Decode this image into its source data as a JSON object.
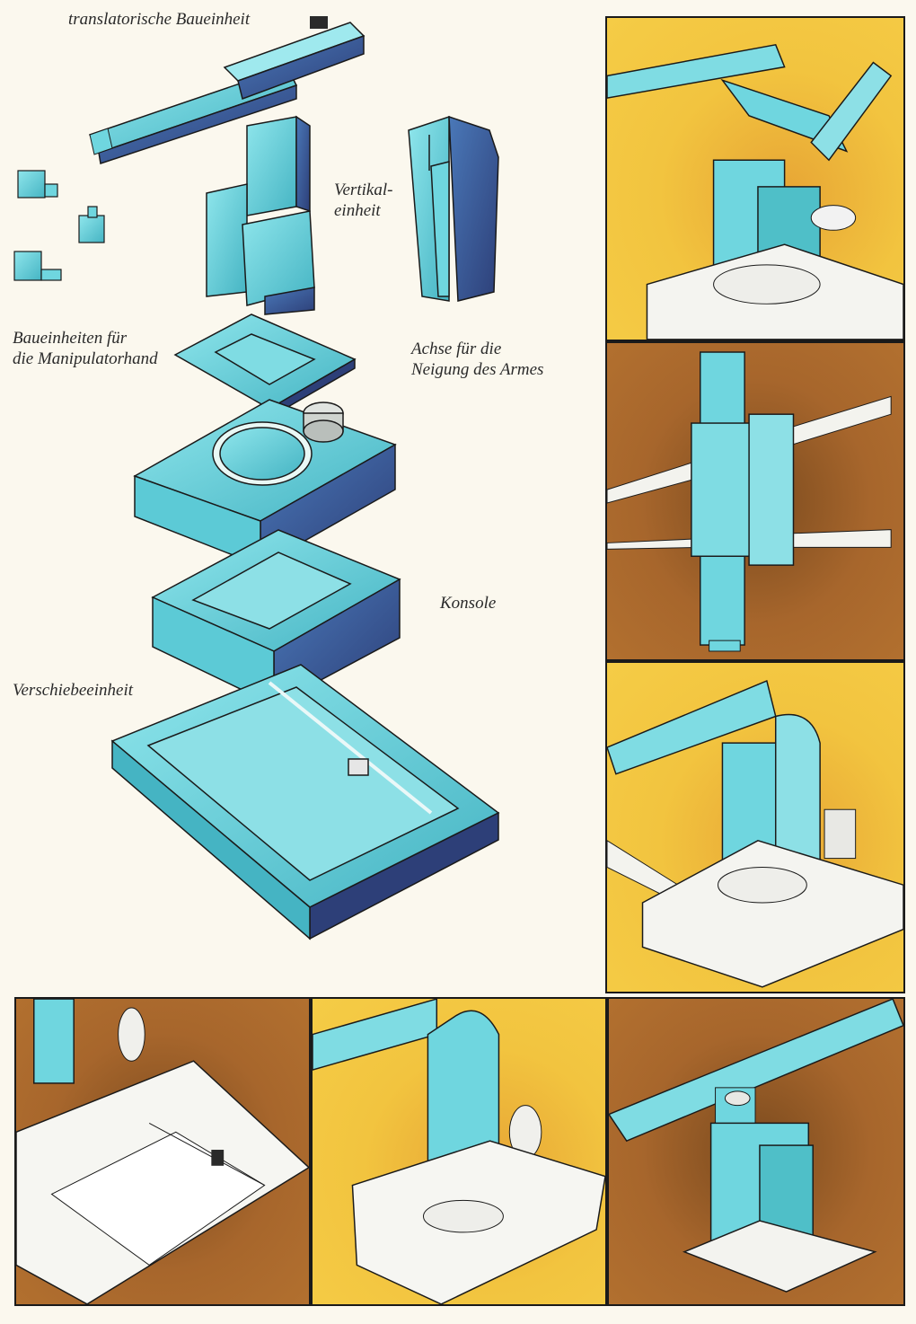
{
  "labels": {
    "translatory_unit": "translatorische Baueinheit",
    "vertical_unit": "Vertikal-\neinheit",
    "hand_units": "Baueinheiten für\ndie Manipulatorhand",
    "tilt_axis": "Achse für die\nNeigung des Armes",
    "console": "Konsole",
    "shift_unit": "Verschiebeeinheit"
  },
  "colors": {
    "cyan": "#6fd6df",
    "cyan_dark": "#3aa7b6",
    "navy_shade": "#3d5a9a",
    "yellow_bg": "#f2c43f",
    "brown_bg": "#a7662c",
    "paper": "#fbf8ee",
    "outline": "#1a1a1a"
  },
  "panels": [
    {
      "id": "arm-two-axes",
      "background": "yellow"
    },
    {
      "id": "vertical-column-rails",
      "background": "brown"
    },
    {
      "id": "arm-on-rails",
      "background": "yellow"
    },
    {
      "id": "base-with-slide",
      "background": "brown"
    },
    {
      "id": "vertical-with-counterweight",
      "background": "yellow"
    },
    {
      "id": "arm-on-pedestal",
      "background": "brown"
    }
  ]
}
